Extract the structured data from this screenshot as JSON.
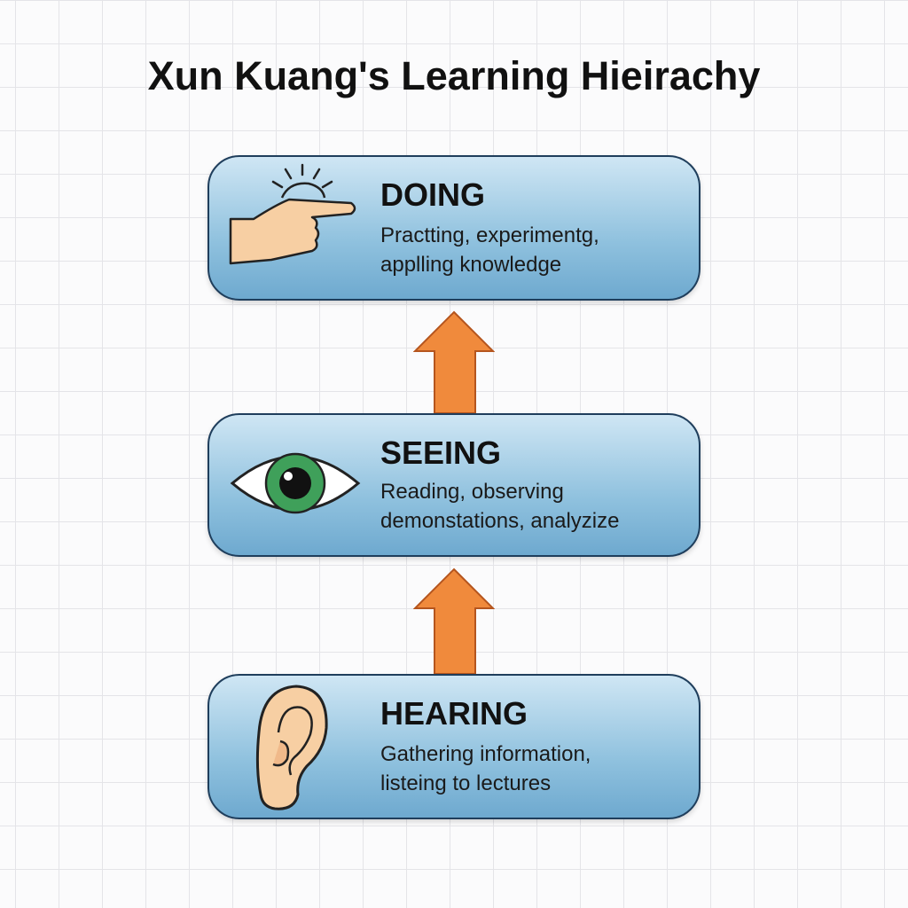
{
  "title": "Xun Kuang's Learning Hieiracchy",
  "levels": [
    {
      "heading": "DOING",
      "line1": "Practting, experimentg,",
      "line2": "applling knowledge",
      "icon": "pointing-hand-icon"
    },
    {
      "heading": "SEEING",
      "line1": "Reading, observing",
      "line2": "demonstations, analyzize",
      "icon": "eye-icon"
    },
    {
      "heading": "HEARING",
      "line1": "Gathering information,",
      "line2": "listeing to lectures",
      "icon": "ear-icon"
    }
  ],
  "colors": {
    "arrow": "#f08a3c",
    "box": "#8fc1de",
    "eye_iris": "#3fa05a"
  }
}
